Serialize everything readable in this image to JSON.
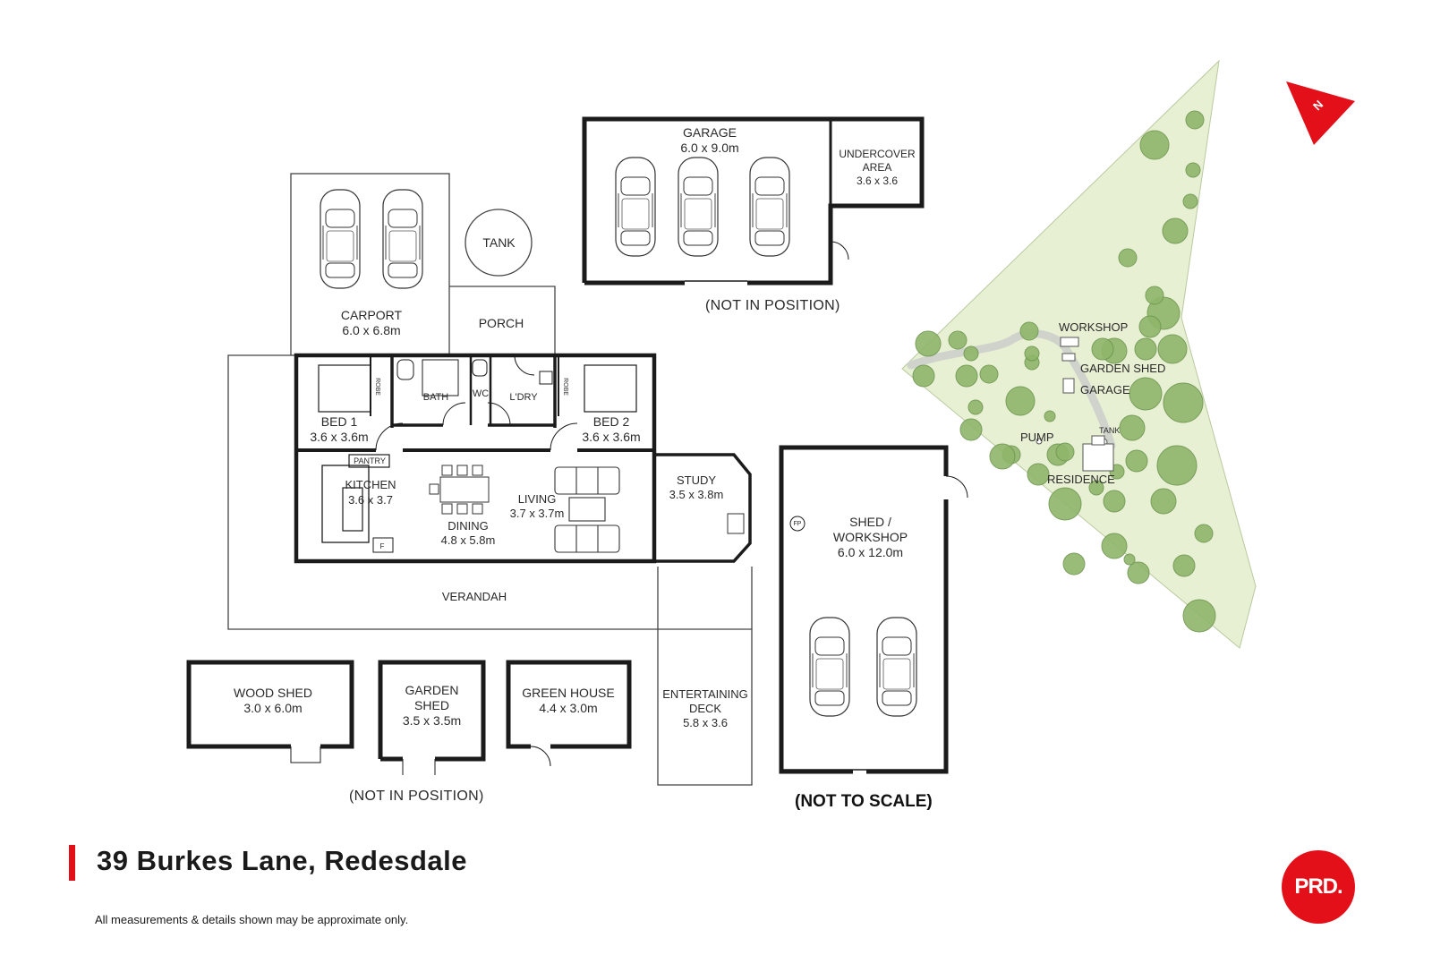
{
  "plan": {
    "garage": {
      "name": "GARAGE",
      "size": "6.0 x 9.0m"
    },
    "undercover": {
      "line1": "UNDERCOVER",
      "line2": "AREA",
      "size": "3.6 x 3.6"
    },
    "garage_note": "(NOT IN POSITION)",
    "carport": {
      "name": "CARPORT",
      "size": "6.0 x 6.8m"
    },
    "tank": "TANK",
    "porch": "PORCH",
    "bed1": {
      "name": "BED 1",
      "size": "3.6 x 3.6m"
    },
    "bed2": {
      "name": "BED 2",
      "size": "3.6 x 3.6m"
    },
    "robe": "ROBE",
    "bath": "BATH",
    "wc": "WC",
    "laundry": "L'DRY",
    "pantry": "PANTRY",
    "kitchen": {
      "name": "KITCHEN",
      "size": "3.6 x 3.7"
    },
    "dining": {
      "name": "DINING",
      "size": "4.8 x 5.8m"
    },
    "living": {
      "name": "LIVING",
      "size": "3.7 x 3.7m"
    },
    "study": {
      "name": "STUDY",
      "size": "3.5 x 3.8m"
    },
    "fridge": "F",
    "verandah": "VERANDAH",
    "woodshed": {
      "name": "WOOD SHED",
      "size": "3.0 x 6.0m"
    },
    "gardenshed": {
      "line1": "GARDEN",
      "line2": "SHED",
      "size": "3.5 x 3.5m"
    },
    "greenhouse": {
      "name": "GREEN HOUSE",
      "size": "4.4 x 3.0m"
    },
    "outbuildings_note": "(NOT IN POSITION)",
    "deck": {
      "line1": "ENTERTAINING",
      "line2": "DECK",
      "size": "5.8 x 3.6"
    },
    "shed": {
      "line1": "SHED /",
      "line2": "WORKSHOP",
      "size": "6.0 x 12.0m"
    },
    "fireplace": "FP",
    "not_to_scale": "(NOT TO SCALE)"
  },
  "site": {
    "labels": {
      "workshop": "WORKSHOP",
      "garden_shed": "GARDEN SHED",
      "garage": "GARAGE",
      "tank": "TANK",
      "pump": "PUMP",
      "residence": "RESIDENCE"
    },
    "compass": "N",
    "colors": {
      "lawn": "#e7f0d3",
      "tree": "#8fb66a",
      "accent": "#e3101a"
    }
  },
  "footer": {
    "address": "39 Burkes Lane, Redesdale",
    "disclaimer": "All measurements & details shown may be approximate only.",
    "logo": "PRD."
  }
}
